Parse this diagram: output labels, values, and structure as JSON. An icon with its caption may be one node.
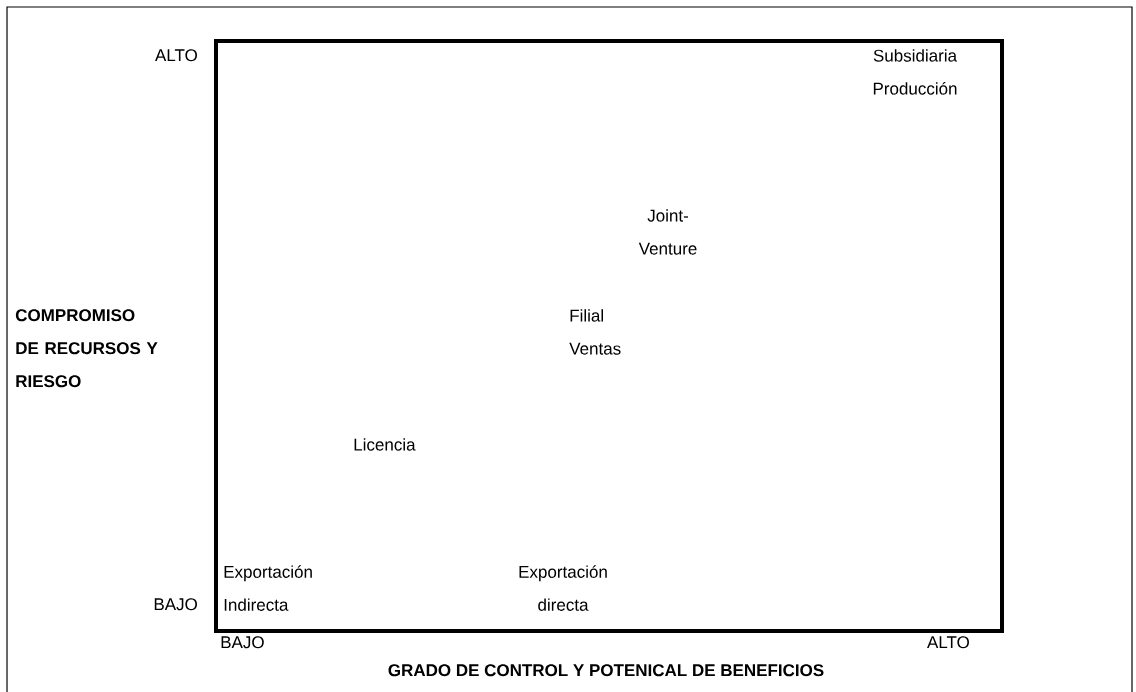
{
  "diagram": {
    "labels": [
      "ALTO",
      "Subsidiaria Producción",
      "Joint- Venture",
      "COMPROMISO DE RECURSOS Y RIESGO",
      "Filial Ventas",
      "Licencia",
      "Exportación Indirecta",
      "Exportación directa",
      "BAJO",
      "BAJO",
      "ALTO",
      "GRADO DE CONTROL Y POTENICAL DE BENEFICIOS"
    ]
  }
}
